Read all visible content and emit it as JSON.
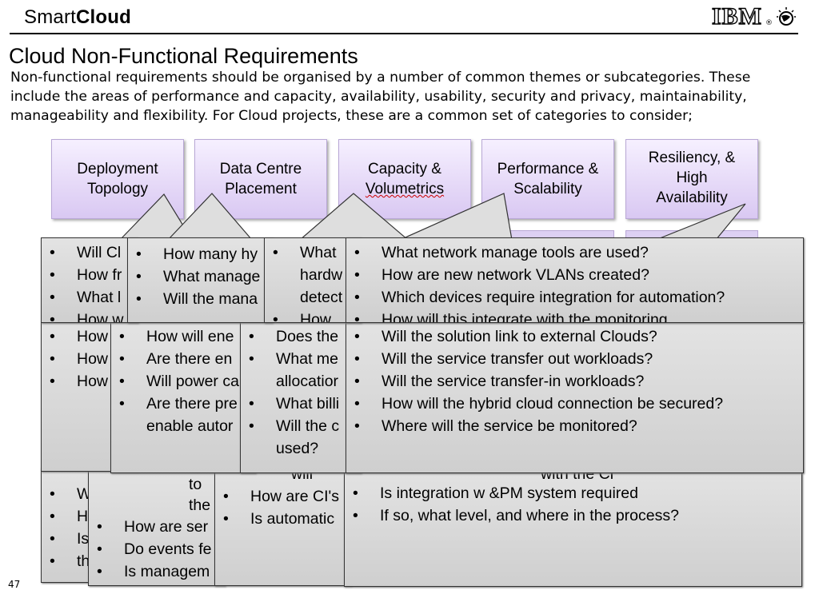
{
  "header": {
    "brand_light": "Smart",
    "brand_bold": "Cloud",
    "logo_text": "IBM",
    "logo_mark": "®"
  },
  "slide": {
    "title": "Cloud Non-Functional Requirements",
    "intro": "Non-functional requirements should be organised by a number of common themes or subcategories. These include the areas of performance and capacity, availability, usability, security and privacy, maintainability, manageability and flexibility. For Cloud projects, these are a common set of categories to consider;",
    "page_number": "47"
  },
  "categories": [
    {
      "line1": "Deployment",
      "line2": "Topology",
      "line3": ""
    },
    {
      "line1": "Data Centre",
      "line2": "Placement",
      "line3": ""
    },
    {
      "line1": "Capacity &",
      "line2": "Volumetrics",
      "line3": ""
    },
    {
      "line1": "Performance &",
      "line2": "Scalability",
      "line3": ""
    },
    {
      "line1": "Resiliency, &",
      "line2": "High",
      "line3": "Availability"
    }
  ],
  "callouts": {
    "bottom_a": [
      "W",
      "H",
      "Is",
      "th"
    ],
    "bottom_b": [
      "How are ser",
      "Do events fe",
      "Is managem"
    ],
    "bottom_b_top": "to the",
    "bottom_c": [
      "How are CI's",
      "Is automatic"
    ],
    "bottom_c_top": "will",
    "bottom_d_top": "with the Cl",
    "bottom_d": [
      "Is integration w  &PM system required",
      "If so, what level, and where in the process?"
    ],
    "mid_a": [
      "How",
      "How",
      "How"
    ],
    "mid_b": [
      "How will ene",
      "Are there en",
      "Will power ca",
      "Are there pre",
      "enable autor"
    ],
    "mid_c": [
      "Does the",
      "What me",
      "allocatior",
      "What billi",
      "Will the c",
      "used?"
    ],
    "mid_d": [
      "Will the solution link to external Clouds?",
      "Will the service transfer out workloads?",
      "Will the service transfer-in workloads?",
      "How will the hybrid cloud connection be secured?",
      "Where will the service be monitored?"
    ],
    "top_a": [
      "Will Cl",
      "How fr",
      "What l",
      "How w"
    ],
    "top_b": [
      "How many hy",
      "What manage",
      "Will the mana"
    ],
    "top_c": [
      "What",
      "hardw",
      "detect",
      "How"
    ],
    "top_d": [
      "What network manage tools are used?",
      "How are new network VLANs created?",
      "Which devices require integration for automation?",
      "How will this integrate with the monitoring"
    ]
  }
}
